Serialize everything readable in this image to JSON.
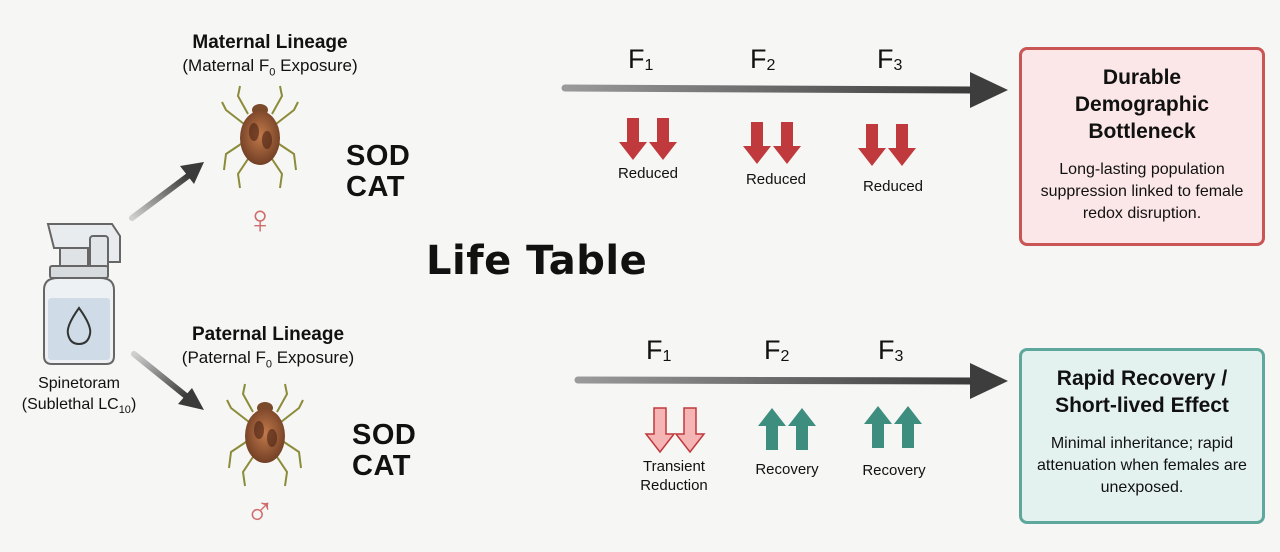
{
  "source": {
    "name": "Spinetoram",
    "dose_prefix": "(Sublethal LC",
    "dose_sub": "10",
    "dose_suffix": ")",
    "icon": "spray-bottle-icon"
  },
  "center_title": "Life Table",
  "maternal": {
    "title": "Maternal Lineage",
    "subtitle_prefix": "(Maternal F",
    "subtitle_sub": "0",
    "subtitle_suffix": " Exposure)",
    "enzyme_1": "SOD",
    "enzyme_2": "CAT",
    "sex_symbol": "♀",
    "generations": [
      {
        "label": "F",
        "sub": "1",
        "effect": "Reduced"
      },
      {
        "label": "F",
        "sub": "2",
        "effect": "Reduced"
      },
      {
        "label": "F",
        "sub": "3",
        "effect": "Reduced"
      }
    ],
    "outcome": {
      "title_lines": [
        "Durable",
        "Demographic",
        "Bottleneck"
      ],
      "body": "Long-lasting population suppression linked to female redox disruption."
    }
  },
  "paternal": {
    "title": "Paternal Lineage",
    "subtitle_prefix": "(Paternal F",
    "subtitle_sub": "0",
    "subtitle_suffix": " Exposure)",
    "enzyme_1": "SOD",
    "enzyme_2": "CAT",
    "sex_symbol": "♂",
    "generations": [
      {
        "label": "F",
        "sub": "1",
        "effect_line_1": "Transient",
        "effect_line_2": "Reduction"
      },
      {
        "label": "F",
        "sub": "2",
        "effect_line_1": "Recovery",
        "effect_line_2": ""
      },
      {
        "label": "F",
        "sub": "3",
        "effect_line_1": "Recovery",
        "effect_line_2": ""
      }
    ],
    "outcome": {
      "title_lines": [
        "Rapid Recovery /",
        "Short-lived Effect"
      ],
      "body": "Minimal inheritance; rapid attenuation when females are unexposed."
    }
  },
  "colors": {
    "reduced_red": "#c0393d",
    "transient_pink": "#f5b5b5",
    "recovery_teal": "#3e8e80",
    "timeline_gray": "#3d3d3d",
    "card_red_border": "#c95555",
    "card_teal_border": "#5ea79d"
  }
}
